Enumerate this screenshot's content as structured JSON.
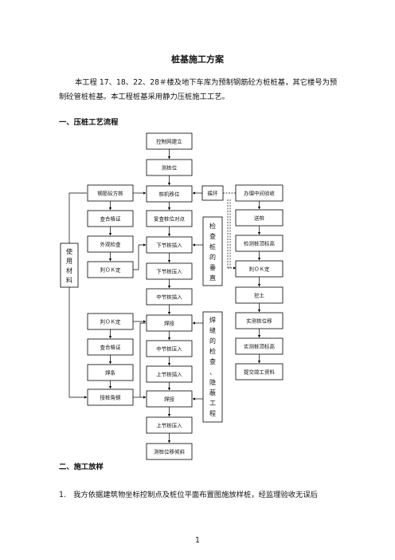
{
  "doc": {
    "title": "桩基施工方案",
    "intro": "本工程 17、18、22、28＃楼及地下车库为预制钢筋砼方桩桩基，其它楼号为预制砼管桩桩基。本工程桩基采用静力压桩施工工艺。",
    "section1": "一、压桩工艺流程",
    "section2": "二、施工放样",
    "item1": "1.　我方依据建筑物坐标控制点及桩位平面布置图施放样桩，经监理验收无误后",
    "page_number": "1"
  },
  "flow": {
    "main": [
      "控制网建立",
      "测桩位",
      "桩机移位",
      "复查桩位对点",
      "下节桩插入",
      "下节桩压入",
      "中节桩插入",
      "焊接",
      "中节桩压入",
      "上节桩插入",
      "焊接",
      "上节桩压入",
      "测桩位移倾斜"
    ],
    "left": [
      "钢筋砼方桩",
      "查合格证",
      "外观检查",
      "判ＯＫ定",
      "判ＯＫ定",
      "查合格证",
      "焊条",
      "接桩角钢"
    ],
    "right": [
      "办理中间验收",
      "送桩",
      "检测桩顶标高",
      "判ＯＫ定",
      "挖土",
      "实测桩位移",
      "实测桩顶标高",
      "提交竣工资料"
    ],
    "cycle": "循环",
    "materials": "使用材料",
    "check_vertical": "检查桩的垂直",
    "check_weld": "焊缝的检查、隐蔽工程"
  }
}
